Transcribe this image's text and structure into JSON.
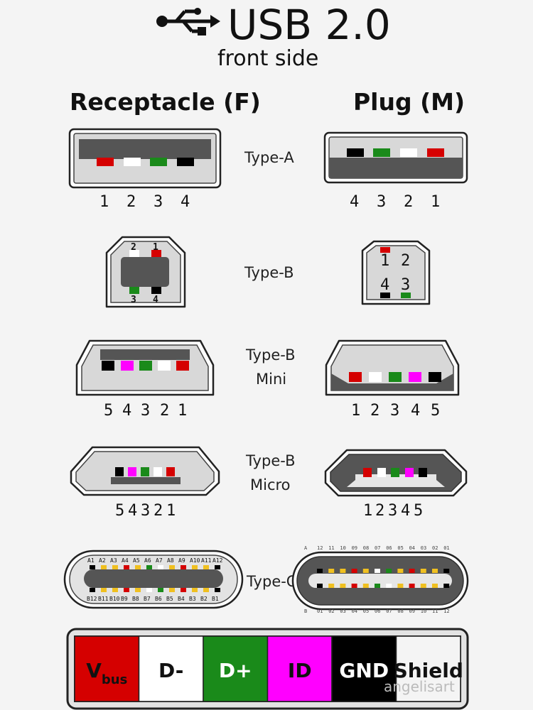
{
  "header": {
    "title": "USB 2.0",
    "subtitle": "front side",
    "usb_symbol": "usb-trident-icon"
  },
  "columns": {
    "receptacle": "Receptacle (F)",
    "plug": "Plug (M)"
  },
  "connectors": {
    "type_a": {
      "label": "Type-A",
      "receptacle_pins": [
        "1",
        "2",
        "3",
        "4"
      ],
      "plug_pins": [
        "4",
        "3",
        "2",
        "1"
      ]
    },
    "type_b": {
      "label": "Type-B",
      "receptacle_pins": [
        "2",
        "1",
        "3",
        "4"
      ],
      "plug_pins": [
        "1",
        "2",
        "4",
        "3"
      ]
    },
    "type_b_mini": {
      "label_line1": "Type-B",
      "label_line2": "Mini",
      "receptacle_pins": [
        "5",
        "4",
        "3",
        "2",
        "1"
      ],
      "plug_pins": [
        "1",
        "2",
        "3",
        "4",
        "5"
      ]
    },
    "type_b_micro": {
      "label_line1": "Type-B",
      "label_line2": "Micro",
      "receptacle_pins": [
        "5",
        "4",
        "3",
        "2",
        "1"
      ],
      "plug_pins": [
        "1",
        "2",
        "3",
        "4",
        "5"
      ]
    },
    "type_c": {
      "label": "Type-C",
      "receptacle_top_pins": [
        "A1",
        "A2",
        "A3",
        "A4",
        "A5",
        "A6",
        "A7",
        "A8",
        "A9",
        "A10",
        "A11",
        "A12"
      ],
      "receptacle_bottom_pins": [
        "B12",
        "B11",
        "B10",
        "B9",
        "B8",
        "B7",
        "B6",
        "B5",
        "B4",
        "B3",
        "B2",
        "B1"
      ],
      "plug_top_row_label": "A",
      "plug_top_pins": [
        "12",
        "11",
        "10",
        "09",
        "08",
        "07",
        "06",
        "05",
        "04",
        "03",
        "02",
        "01"
      ],
      "plug_bottom_row_label": "B",
      "plug_bottom_pins": [
        "01",
        "02",
        "03",
        "04",
        "05",
        "06",
        "07",
        "08",
        "09",
        "10",
        "11",
        "12"
      ]
    }
  },
  "legend": {
    "items": [
      {
        "label": "V",
        "sub": "bus",
        "color": "#d50000",
        "text_color": "#111111"
      },
      {
        "label": "D-",
        "sub": "",
        "color": "#ffffff",
        "text_color": "#111111"
      },
      {
        "label": "D+",
        "sub": "",
        "color": "#1a8a1a",
        "text_color": "#ffffff"
      },
      {
        "label": "ID",
        "sub": "",
        "color": "#ff00ff",
        "text_color": "#111111"
      },
      {
        "label": "GND",
        "sub": "",
        "color": "#000000",
        "text_color": "#ffffff"
      },
      {
        "label": "Shield",
        "sub": "",
        "color": "#f4f4f4",
        "text_color": "#111111"
      }
    ]
  },
  "watermark": "angelisart",
  "colors": {
    "vbus": "#d50000",
    "d_minus": "#ffffff",
    "d_plus": "#1a8a1a",
    "id": "#ff00ff",
    "gnd": "#000000",
    "body_fill": "#e3e3e3",
    "insulator": "#555555",
    "pin_tan": "#f0c020"
  }
}
